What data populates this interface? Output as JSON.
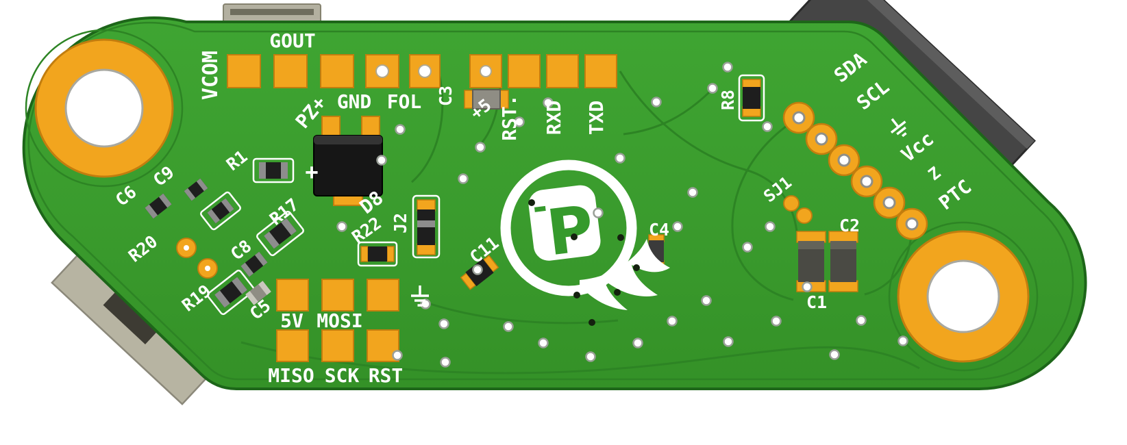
{
  "board": {
    "colors": {
      "board_green": "#3a9b2d",
      "trace_green": "#2d8424",
      "pad_gold": "#f2a51e",
      "silkscreen": "#ffffff",
      "connector_dark": "#454545",
      "connector_light": "#b7b4a2",
      "component_body": "#1e1e1e",
      "component_end": "#8d8d8d"
    },
    "labels": {
      "vcom": "VCOM",
      "gout": "GOUT",
      "pz_plus": "PZ+",
      "gnd": "GND",
      "fol": "FOL",
      "c3": "C3",
      "plus5": "+5",
      "rst_top": "RST.",
      "rxd": "RXD",
      "txd": "TXD",
      "r8": "R8",
      "sda": "SDA",
      "scl": "SCL",
      "vcc": "Vcc",
      "z": "Z",
      "ptc": "PTC",
      "sj1": "SJ1",
      "c2": "C2",
      "c1": "C1",
      "c4": "C4",
      "c11": "C11",
      "j2": "J2",
      "r22": "R22",
      "r17": "R17",
      "c8": "C8",
      "c5": "C5",
      "r19": "R19",
      "r20": "R20",
      "c6": "C6",
      "c9": "C9",
      "r1": "R1",
      "plus": "+",
      "d8": "D8",
      "v5": "5V",
      "mosi": "MOSI",
      "miso": "MISO",
      "sck": "SCK",
      "rst_bottom": "RST"
    },
    "logo": {
      "letter": "P"
    }
  }
}
